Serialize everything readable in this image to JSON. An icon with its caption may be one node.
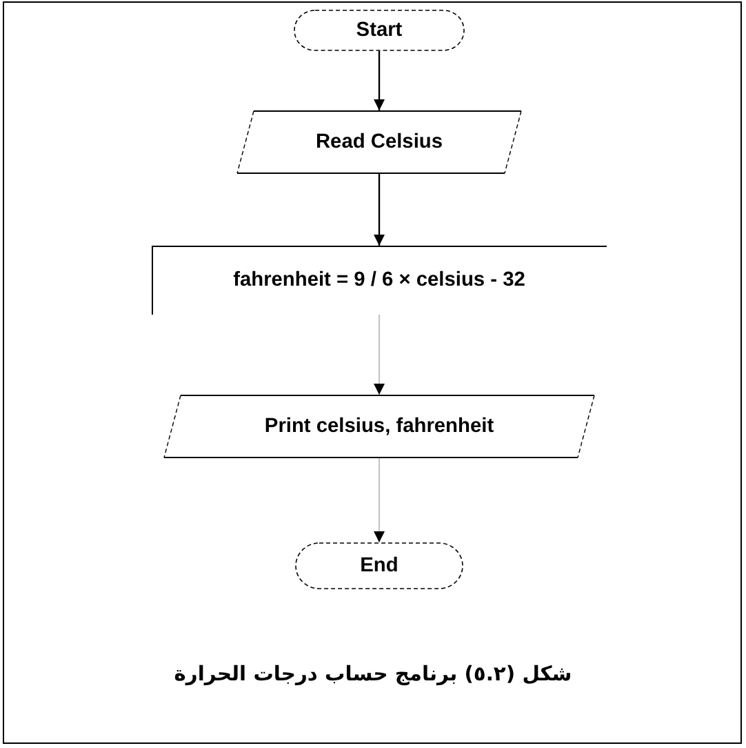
{
  "diagram": {
    "caption": "شكل (٥.٢) برنامج حساب درجات الحرارة",
    "nodes": [
      {
        "text": [
          "Start"
        ]
      },
      {
        "text": [
          "Read Celsius"
        ]
      },
      {
        "text": [
          "fahrenheit = 9 / 6 × celsius - 32"
        ]
      },
      {
        "text": [
          "Print celsius, fahrenheit"
        ]
      },
      {
        "text": [
          "End"
        ]
      }
    ],
    "edges": [
      {
        "from": 0,
        "to": 1,
        "arrow": "to"
      },
      {
        "from": 1,
        "to": 2,
        "arrow": "to"
      },
      {
        "from": 2,
        "to": 3,
        "arrow": "to",
        "color": "#c8c8c8"
      },
      {
        "from": 3,
        "to": 4,
        "arrow": "to",
        "color": "#c8c8c8"
      }
    ]
  }
}
